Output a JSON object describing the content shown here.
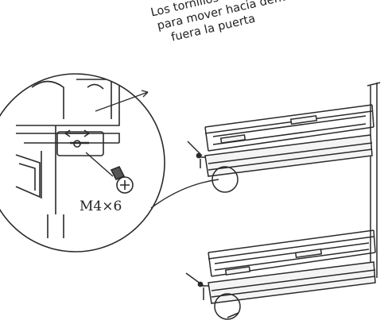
{
  "caption": {
    "line1": "Los tornillos se pueden ajustar",
    "line2": "para mover hacia dentro o hacia",
    "line3": "fuera la puerta"
  },
  "screw_label": "M4×6",
  "colors": {
    "line": "#2a2a2a",
    "shelf_fill": "#f4f4f4",
    "text": "#222222"
  }
}
